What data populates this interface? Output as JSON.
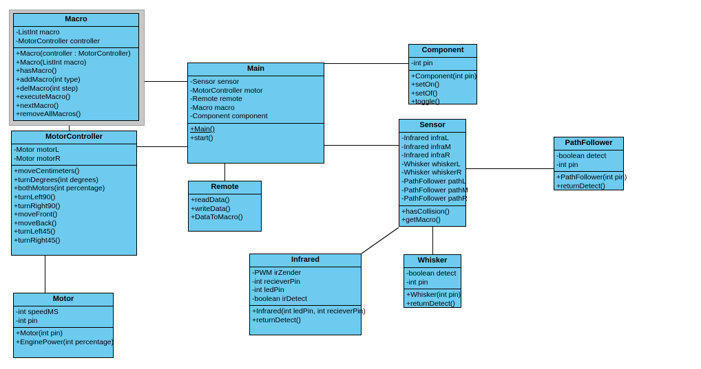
{
  "diagram": {
    "kind": "uml-class-diagram",
    "background_color": "#ffffff",
    "class_fill_color": "#6ecbf0",
    "class_border_color": "#000000",
    "selection_frame_color": "#c8c8c8",
    "connector_color": "#000000"
  },
  "classes": [
    {
      "id": "macro",
      "name": "Macro",
      "selected": true,
      "attributes": [
        "-ListInt macro",
        "-MotorController controller"
      ],
      "operations": [
        "+Macro(controller : MotorController)",
        "+Macro(ListInt macro)",
        "+hasMacro()",
        "+addMacro(int type)",
        "+delMacro(int step)",
        "+executeMacro()",
        "+nextMacro()",
        "+removeAllMacros()"
      ]
    },
    {
      "id": "motorcontroller",
      "name": "MotorController",
      "selected": false,
      "attributes": [
        "-Motor motorL",
        "-Motor motorR"
      ],
      "operations": [
        "+moveCentimeters()",
        "+turnDegrees(int degrees)",
        "+bothMotors(int percentage)",
        "+turnLeft90()",
        "+turnRight90()",
        "+moveFront()",
        "+moveBack()",
        "+turnLeft45()",
        "+turnRight45()"
      ]
    },
    {
      "id": "motor",
      "name": "Motor",
      "selected": false,
      "attributes": [
        "-int speedMS",
        "-int pin"
      ],
      "operations": [
        "+Motor(int pin)",
        "+EnginePower(int percentage)"
      ]
    },
    {
      "id": "main",
      "name": "Main",
      "selected": false,
      "attributes": [
        "-Sensor sensor",
        "-MotorController motor",
        "-Remote remote",
        "-Macro macro",
        "-Component component"
      ],
      "operations": [
        "+Main()",
        "+start()"
      ],
      "static_operations": [
        "+Main()"
      ]
    },
    {
      "id": "remote",
      "name": "Remote",
      "selected": false,
      "attributes": [],
      "operations": [
        "+readData()",
        "+writeData()",
        "+DataToMacro()"
      ]
    },
    {
      "id": "component",
      "name": "Component",
      "selected": false,
      "attributes": [
        "-int pin"
      ],
      "operations": [
        "+Component(int pin)",
        "+setOn()",
        "+setOf()",
        "+toggle()"
      ]
    },
    {
      "id": "sensor",
      "name": "Sensor",
      "selected": false,
      "attributes": [
        "-Infrared infraL",
        "-Infrared infraM",
        "-Infrared infraR",
        "-Whisker whiskerL",
        "-Whisker whiskerR",
        "-PathFollower pathL",
        "-PathFollower pathM",
        "-PathFollower pathR"
      ],
      "operations": [
        "+hasCollision()",
        "+getMacro()"
      ]
    },
    {
      "id": "pathfollower",
      "name": "PathFollower",
      "selected": false,
      "attributes": [
        "-boolean detect",
        "-int pin"
      ],
      "operations": [
        "+PathFollower(int pin)",
        "+returnDetect()"
      ]
    },
    {
      "id": "infrared",
      "name": "Infrared",
      "selected": false,
      "attributes": [
        "-PWM irZender",
        "-int recieverPin",
        "-int ledPin",
        "-boolean irDetect"
      ],
      "operations": [
        "+Infrared(int ledPin, int recieverPin)",
        "+returnDetect()"
      ]
    },
    {
      "id": "whisker",
      "name": "Whisker",
      "selected": false,
      "attributes": [
        "-boolean detect",
        "-int pin"
      ],
      "operations": [
        "+Whisker(int pin)",
        "+returnDetect()"
      ]
    }
  ],
  "connectors": [
    {
      "from": "macro",
      "to": "main",
      "style": "orthogonal"
    },
    {
      "from": "macro",
      "to": "motorcontroller",
      "style": "vertical"
    },
    {
      "from": "motorcontroller",
      "to": "main",
      "style": "orthogonal"
    },
    {
      "from": "motorcontroller",
      "to": "motor",
      "style": "vertical"
    },
    {
      "from": "main",
      "to": "component",
      "style": "orthogonal"
    },
    {
      "from": "main",
      "to": "sensor",
      "style": "orthogonal"
    },
    {
      "from": "main",
      "to": "remote",
      "style": "vertical"
    },
    {
      "from": "sensor",
      "to": "pathfollower",
      "style": "orthogonal"
    },
    {
      "from": "sensor",
      "to": "infrared",
      "style": "diagonal"
    },
    {
      "from": "sensor",
      "to": "whisker",
      "style": "vertical"
    }
  ]
}
